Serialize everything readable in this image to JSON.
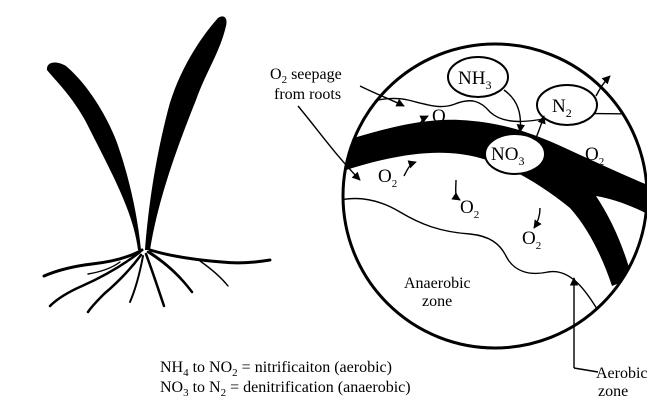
{
  "labels": {
    "seepage_line1": "O",
    "seepage_sub": "2",
    "seepage_rest": " seepage",
    "seepage_line2": "from roots",
    "o2": "O",
    "sub2": "2",
    "sub3": "3",
    "sub4": "4",
    "nh": "NH",
    "n": "N",
    "no": "NO",
    "anaerobic_1": "Anaerobic",
    "anaerobic_2": "zone",
    "aerobic_1": "Aerobic",
    "aerobic_2": "zone"
  },
  "caption": {
    "line1_a": "NH",
    "line1_sub1": "4",
    "line1_b": " to NO",
    "line1_sub2": "2",
    "line1_c": " = nitrificaiton (aerobic)",
    "line2_a": "NO",
    "line2_sub1": "3",
    "line2_b": " to N",
    "line2_sub2": "2",
    "line2_c": " = denitrification (anaerobic)"
  }
}
